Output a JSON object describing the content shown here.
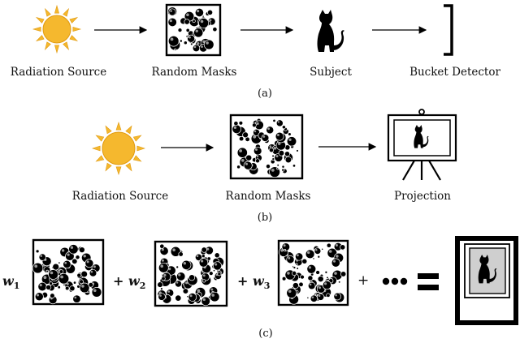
{
  "colors": {
    "sun": "#F5B82E",
    "sun_stroke": "#E09A10",
    "ink": "#000000",
    "frame_fill": "#cfcfcf"
  },
  "icons": [
    "sun-icon",
    "mask-icon",
    "cat-icon",
    "bucket-detector-icon",
    "projection-screen-icon",
    "framed-cat-image-icon"
  ],
  "panel_a": {
    "labels": [
      "Radiation Source",
      "Random Masks",
      "Subject",
      "Bucket Detector"
    ],
    "caption": "(a)"
  },
  "panel_b": {
    "labels": [
      "Radiation Source",
      "Random Masks",
      "Projection"
    ],
    "caption": "(b)"
  },
  "panel_c": {
    "weights": [
      {
        "sym": "w",
        "sub": "1",
        "prefix": ""
      },
      {
        "sym": "w",
        "sub": "2",
        "prefix": "+ "
      },
      {
        "sym": "w",
        "sub": "3",
        "prefix": "+ "
      }
    ],
    "plus": "+",
    "caption": "(c)"
  }
}
